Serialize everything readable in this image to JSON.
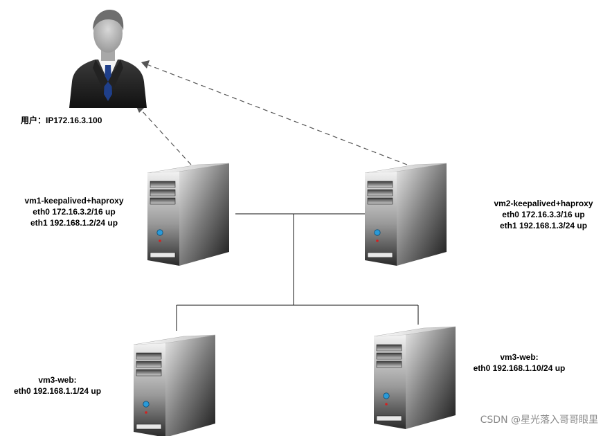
{
  "diagram": {
    "user": {
      "label": "用户：IP172.16.3.100"
    },
    "servers": {
      "vm1": {
        "lines": [
          "vm1-keepalived+haproxy",
          "eth0 172.16.3.2/16 up",
          "eth1 192.168.1.2/24 up"
        ]
      },
      "vm2": {
        "lines": [
          "vm2-keepalived+haproxy",
          "eth0 172.16.3.3/16 up",
          "eth1 192.168.1.3/24 up"
        ]
      },
      "vm3a": {
        "lines": [
          "vm3-web:",
          "eth0 192.168.1.1/24 up"
        ]
      },
      "vm3b": {
        "lines": [
          "vm3-web:",
          "eth0 192.168.1.10/24 up"
        ]
      }
    }
  },
  "watermark": "CSDN @星光落入哥哥眼里"
}
